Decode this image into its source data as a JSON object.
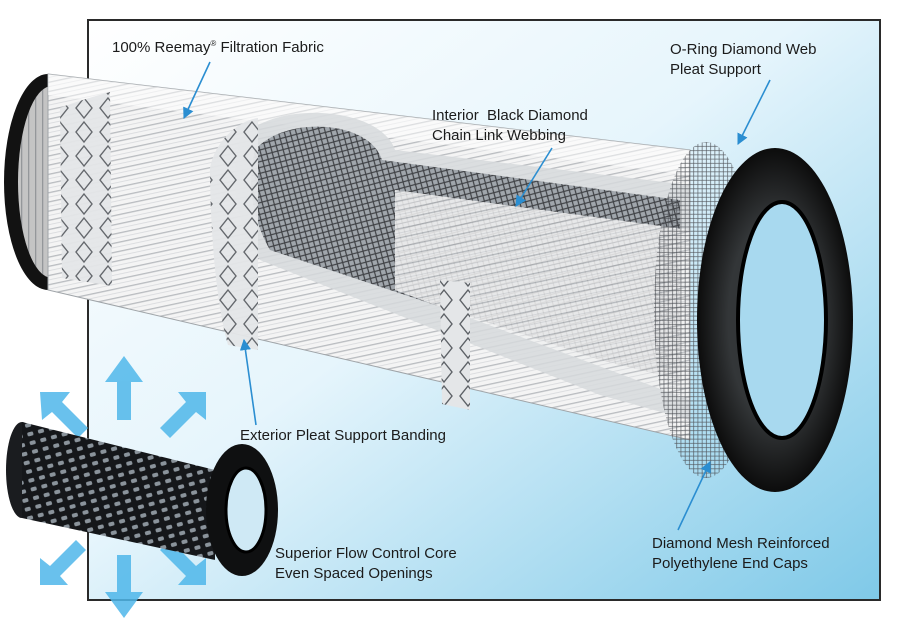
{
  "callouts": {
    "fabric": {
      "text": "100% Reemay",
      "mark": "®",
      "text2": " Filtration Fabric"
    },
    "oring": {
      "line1": "O-Ring Diamond Web",
      "line2": "Pleat Support"
    },
    "interior": {
      "line1": "Interior  Black Diamond",
      "line2": "Chain Link Webbing"
    },
    "banding": {
      "line1": "Exterior Pleat Support Banding"
    },
    "core": {
      "line1": "Superior Flow Control Core",
      "line2": "Even Spaced Openings"
    },
    "endcaps": {
      "line1": "Diamond Mesh Reinforced",
      "line2": "Polyethylene End Caps"
    }
  },
  "colors": {
    "frame": "#2a2a2a",
    "background_light": "#ffffff",
    "background_blue": "#86cde9",
    "pointer": "#2b8ed1",
    "arrow": "#4fb7ea",
    "ring": "#111111",
    "pleat": "#f2f2f2"
  }
}
